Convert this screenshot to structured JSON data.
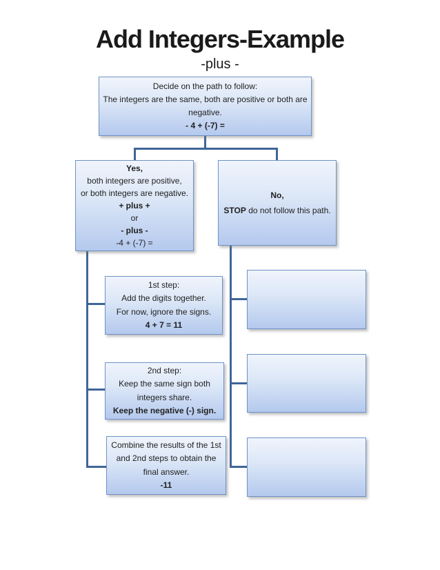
{
  "title": "Add Integers-Example",
  "subtitle": "-plus -",
  "colors": {
    "connector": "#3f6597",
    "box_border": "#6e92c6",
    "box_fill_top": "#f0f4fc",
    "box_fill_bottom": "#b4c9ee",
    "text": "#212121",
    "background": "#ffffff"
  },
  "boxes": {
    "decide": {
      "lines": [
        {
          "parts": [
            {
              "t": "Decide on the path to follow:",
              "b": false
            }
          ]
        },
        {
          "parts": [
            {
              "t": "The integers are the same, both are positive or both are negative.",
              "b": false
            }
          ]
        },
        {
          "parts": [
            {
              "t": "- 4 + (-7) =",
              "b": true
            }
          ]
        }
      ]
    },
    "yes": {
      "lines": [
        {
          "parts": [
            {
              "t": "Yes,",
              "b": true
            }
          ]
        },
        {
          "parts": [
            {
              "t": "both integers are positive,",
              "b": false
            }
          ]
        },
        {
          "parts": [
            {
              "t": "or both integers are negative.",
              "b": false
            }
          ]
        },
        {
          "parts": [
            {
              "t": "+ plus +",
              "b": true
            }
          ]
        },
        {
          "parts": [
            {
              "t": "or",
              "b": false
            }
          ]
        },
        {
          "parts": [
            {
              "t": "- plus -",
              "b": true
            }
          ]
        },
        {
          "parts": [
            {
              "t": "-4 + (-7) =",
              "b": false
            }
          ]
        }
      ]
    },
    "no": {
      "lines": [
        {
          "parts": [
            {
              "t": "No,",
              "b": true
            }
          ]
        },
        {
          "parts": [
            {
              "t": "STOP",
              "b": true
            },
            {
              "t": " do not follow this path.",
              "b": false
            }
          ]
        }
      ]
    },
    "step1": {
      "lines": [
        {
          "parts": [
            {
              "t": "1st step:",
              "b": false
            }
          ]
        },
        {
          "parts": [
            {
              "t": "Add the digits together.",
              "b": false
            }
          ]
        },
        {
          "parts": [
            {
              "t": "For now, ignore the signs.",
              "b": false
            }
          ]
        },
        {
          "parts": [
            {
              "t": "4 + 7 = 11",
              "b": true
            }
          ]
        }
      ]
    },
    "step2": {
      "lines": [
        {
          "parts": [
            {
              "t": "2nd step:",
              "b": false
            }
          ]
        },
        {
          "parts": [
            {
              "t": "Keep the same sign both integers share.",
              "b": false
            }
          ]
        },
        {
          "parts": [
            {
              "t": "Keep the negative (-) sign.",
              "b": true
            }
          ]
        }
      ]
    },
    "combine": {
      "lines": [
        {
          "parts": [
            {
              "t": "Combine the results of the 1st and 2nd steps to obtain the final answer.",
              "b": false
            }
          ]
        },
        {
          "parts": [
            {
              "t": "-11",
              "b": true
            }
          ]
        }
      ]
    }
  },
  "right_column": {
    "empty_box_count": 3
  }
}
